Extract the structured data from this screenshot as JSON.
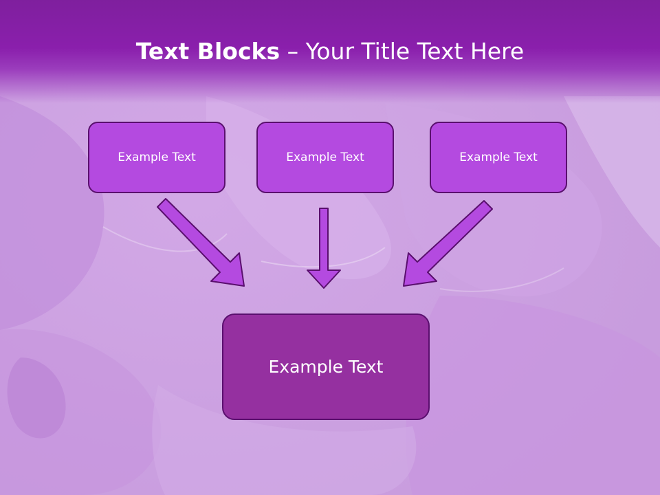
{
  "slide": {
    "title_bold": "Text Blocks",
    "title_separator": " – ",
    "title_rest": "Your Title Text Here"
  },
  "diagram": {
    "boxes_top": [
      {
        "label": "Example Text"
      },
      {
        "label": "Example Text"
      },
      {
        "label": "Example Text"
      }
    ],
    "box_bottom": {
      "label": "Example Text"
    }
  },
  "colors": {
    "title_band": "#8a1fac",
    "box_top_fill": "#b44ae0",
    "box_bottom_fill": "#9530a0",
    "box_border": "#5a0f6e",
    "arrow_fill": "#b44ae0"
  }
}
